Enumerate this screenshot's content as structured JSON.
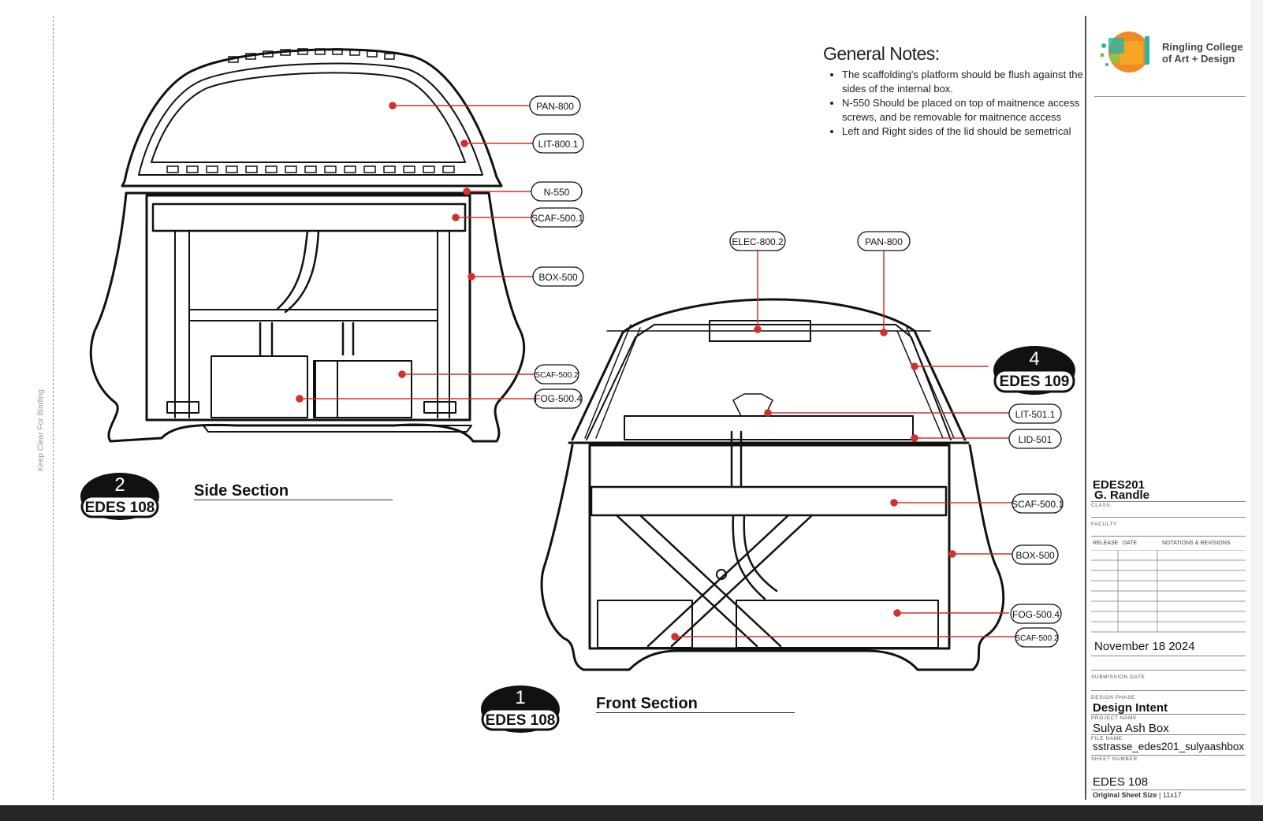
{
  "binding_note": "Keep Clear For Binding.",
  "notes": {
    "title": "General Notes:",
    "items": [
      "The scaffolding's platform should be flush against the sides of the internal box.",
      "N-550 Should be placed on top of maitnence access screws, and be removable for maitnence access",
      "Left and Right sides of the lid should be semetrical"
    ]
  },
  "logo": {
    "line1": "Ringling College",
    "line2": "of Art + Design"
  },
  "side_section": {
    "title": "Side Section",
    "badge": {
      "number": "2",
      "ref": "EDES 108"
    },
    "callouts": [
      "PAN-800",
      "LIT-800.1",
      "N-550",
      "SCAF-500.1",
      "BOX-500",
      "SCAF-500.2",
      "FOG-500.4"
    ]
  },
  "front_section": {
    "title": "Front Section",
    "badge": {
      "number": "1",
      "ref": "EDES 108"
    },
    "detail_badge": {
      "number": "4",
      "ref": "EDES 109"
    },
    "callouts_top": [
      "ELEC-800.2",
      "PAN-800"
    ],
    "callouts": [
      "LIT-501.1",
      "LID-501",
      "SCAF-500.1",
      "BOX-500",
      "FOG-500.4",
      "SCAF-500.2"
    ]
  },
  "title_block": {
    "class_value": "EDES201",
    "class_label": "CLASS",
    "faculty_value": "G. Randle",
    "faculty_label": "FACULTY",
    "revisions_headers": [
      "RELEASE",
      "DATE",
      "NOTATIONS & REVISIONS"
    ],
    "submission_date": "November 18 2024",
    "submission_label": "SUBMISSION DATE",
    "design_phase_label": "DESIGN PHASE",
    "design_phase": "Design Intent",
    "project_label": "PROJECT NAME",
    "project_name": "Sulya Ash Box",
    "file_label": "FILE NAME",
    "file_name": "sstrasse_edes201_sulyaashbox",
    "sheet_label": "SHEET NUMBER",
    "sheet_number": "EDES 108",
    "sheet_size_label": "Original Sheet Size",
    "sheet_size": "11x17"
  },
  "colors": {
    "leader": "#d32f2f",
    "ink": "#111111",
    "badge_fill": "#111111"
  }
}
